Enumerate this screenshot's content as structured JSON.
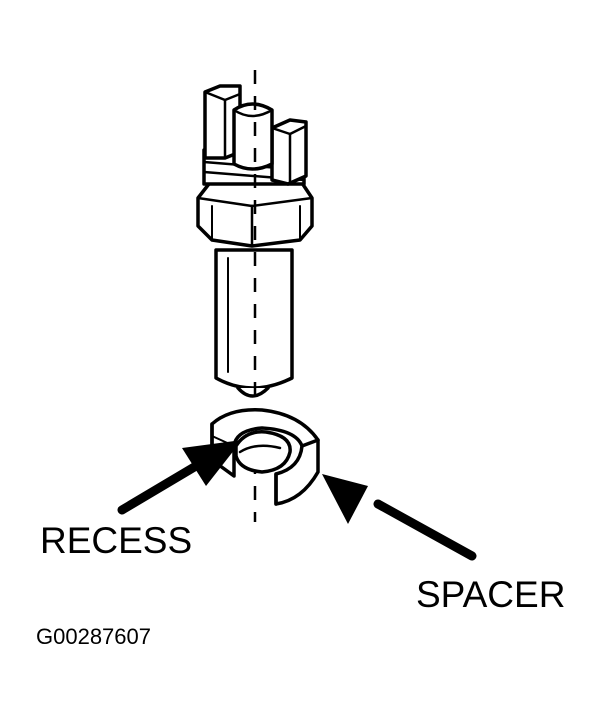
{
  "labels": {
    "recess": "RECESS",
    "spacer": "SPACER",
    "figure_id": "G00287607"
  },
  "colors": {
    "ink": "#000000",
    "paper": "#ffffff"
  }
}
